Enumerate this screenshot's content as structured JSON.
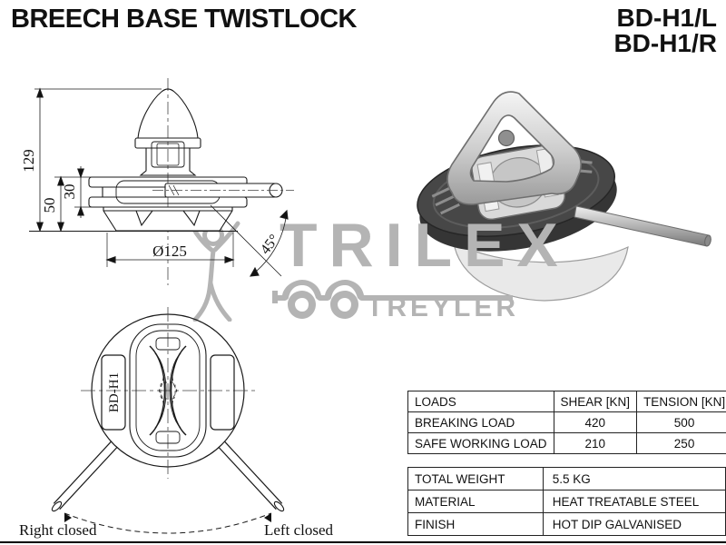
{
  "header": {
    "title": "BREECH BASE TWISTLOCK",
    "models": [
      "BD-H1/L",
      "BD-H1/R"
    ]
  },
  "front_view": {
    "dim_height_total": "129",
    "dim_height_lower": "50",
    "dim_flange_height": "30",
    "dim_diameter": "Ø125",
    "dim_angle": "45°"
  },
  "bottom_view": {
    "part_label": "BD-H1",
    "caption_left": "Right closed",
    "caption_right": "Left closed"
  },
  "watermark": {
    "brand": "TRILEX",
    "word": "TREYLER",
    "color": "#b4b4b4"
  },
  "loads_table": {
    "headers": [
      "LOADS",
      "SHEAR [KN]",
      "TENSION [KN]"
    ],
    "rows": [
      [
        "BREAKING LOAD",
        "420",
        "500"
      ],
      [
        "SAFE WORKING LOAD",
        "210",
        "250"
      ]
    ]
  },
  "spec_table": {
    "rows": [
      [
        "TOTAL WEIGHT",
        "5.5 KG"
      ],
      [
        "MATERIAL",
        "HEAT TREATABLE STEEL"
      ],
      [
        "FINISH",
        "HOT DIP GALVANISED"
      ]
    ]
  }
}
